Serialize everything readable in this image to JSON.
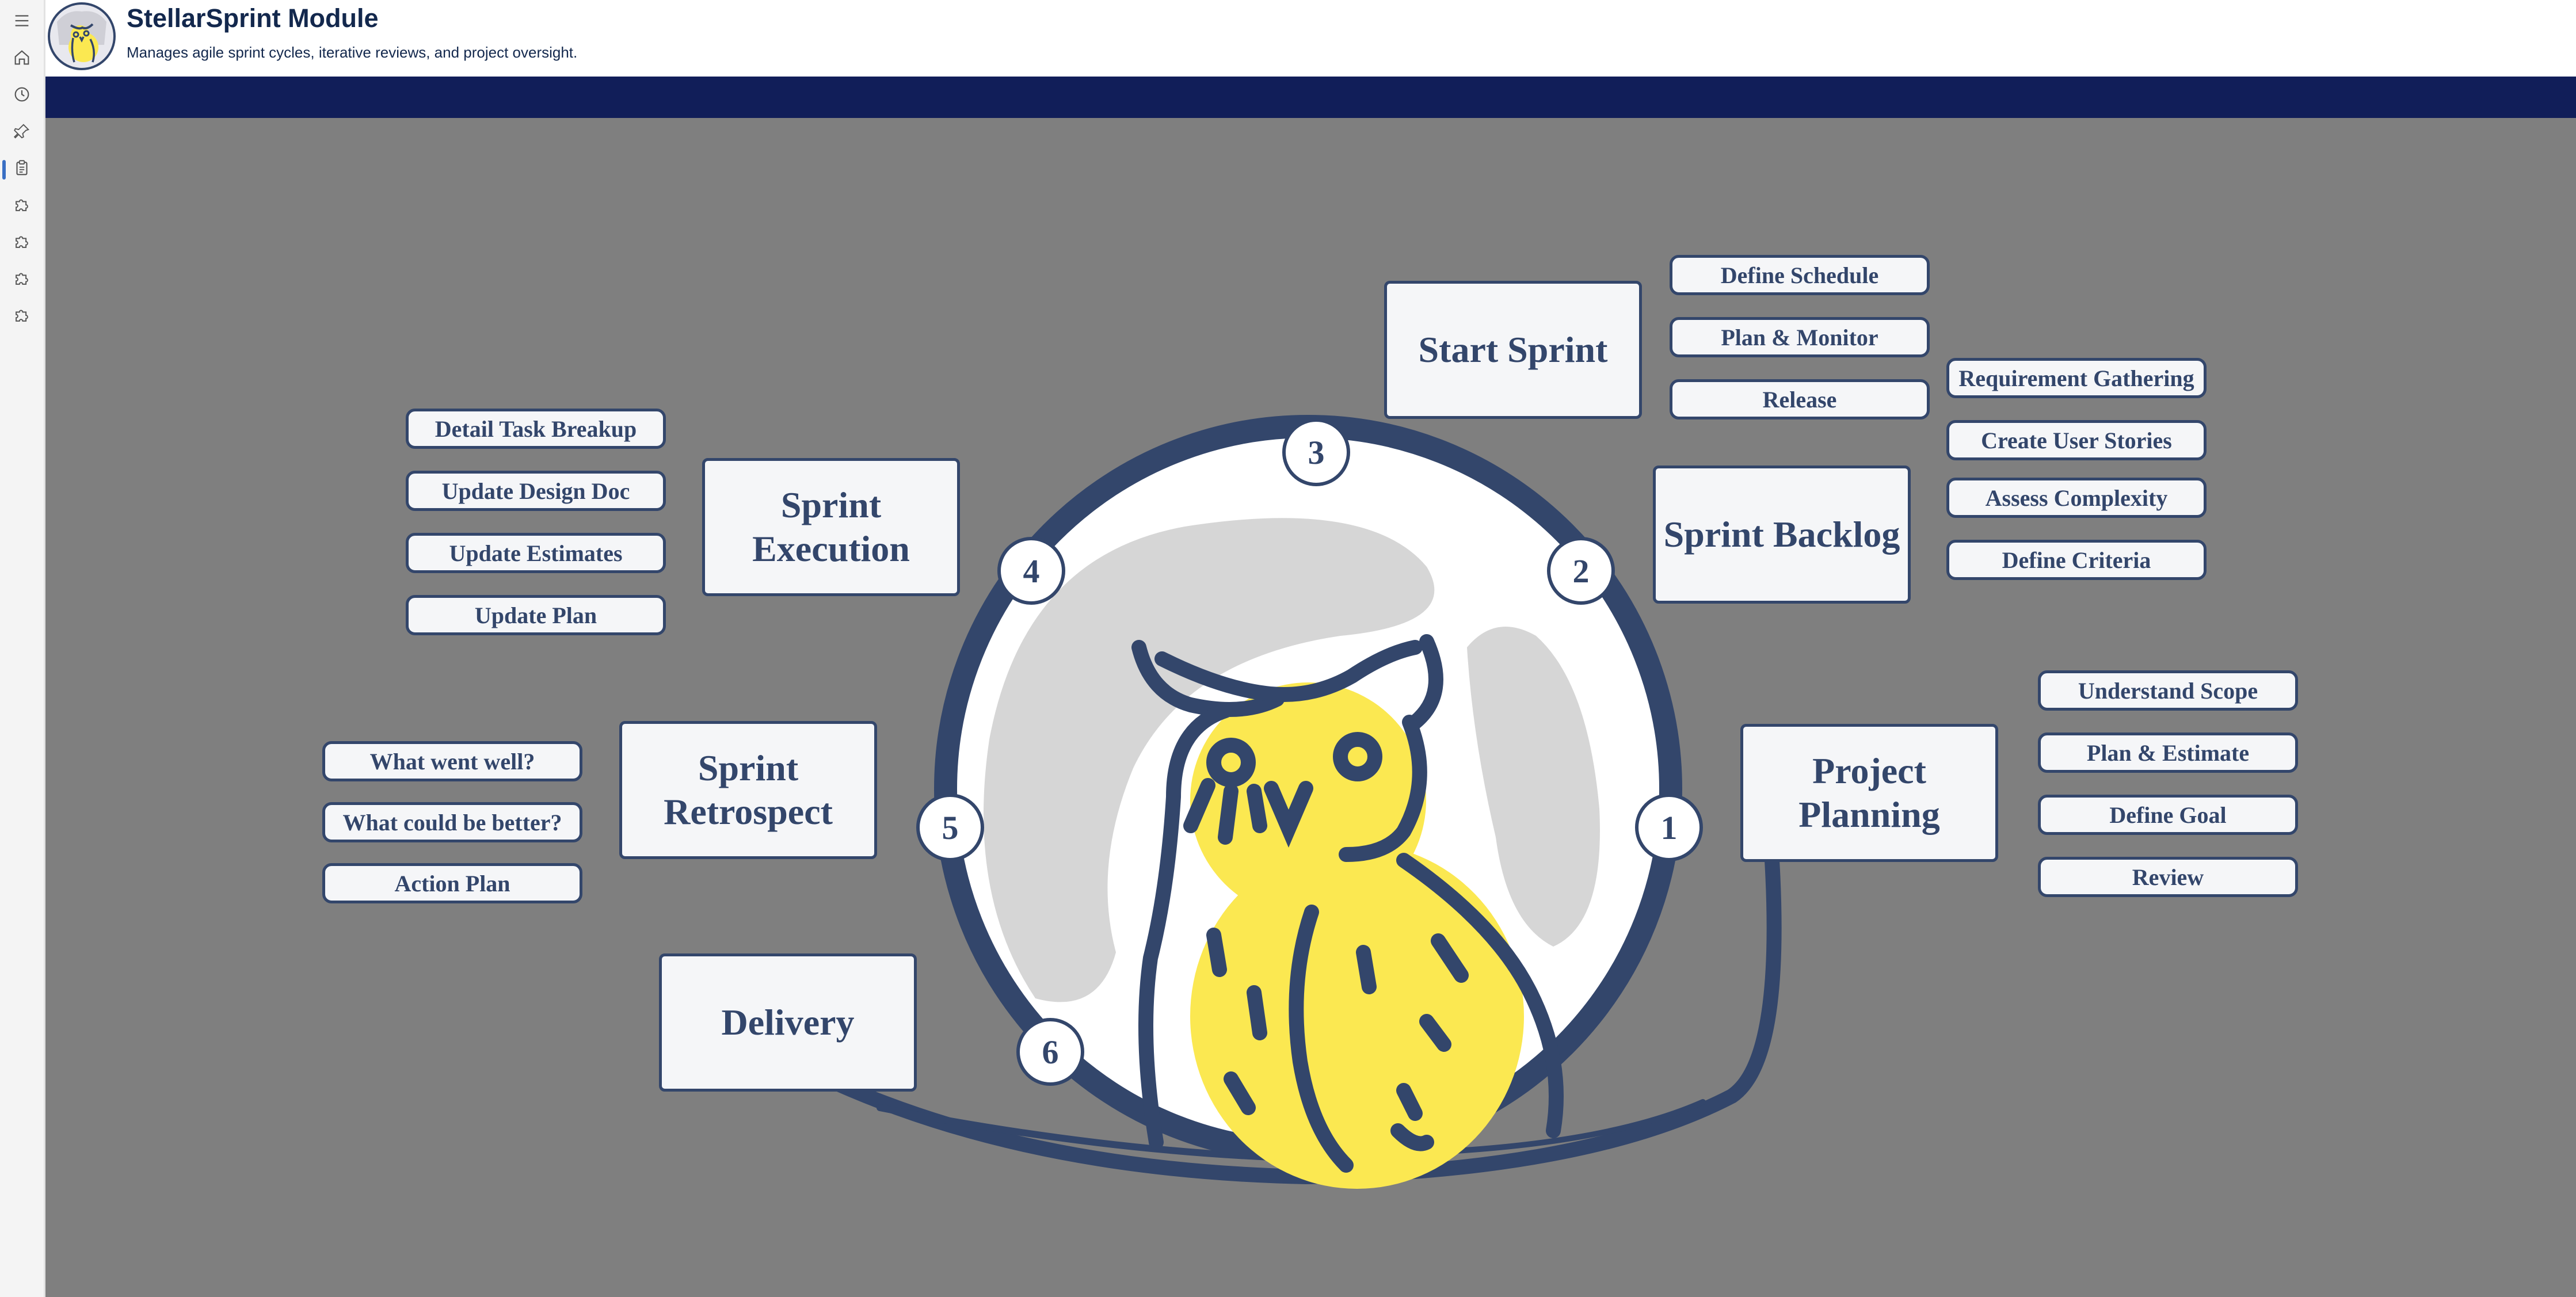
{
  "app": {
    "title": "StellarSprint Module",
    "subtitle": "Manages agile sprint cycles, iterative reviews, and project oversight."
  },
  "sidebar": {
    "items": [
      {
        "icon": "hamburger-menu-icon"
      },
      {
        "icon": "home-icon"
      },
      {
        "icon": "clock-icon"
      },
      {
        "icon": "pin-icon"
      },
      {
        "icon": "clipboard-icon",
        "active": true
      },
      {
        "icon": "puzzle-icon"
      },
      {
        "icon": "puzzle-icon"
      },
      {
        "icon": "puzzle-icon"
      },
      {
        "icon": "puzzle-icon"
      }
    ]
  },
  "colors": {
    "navy": "#111e59",
    "ink": "#33466b",
    "canvas": "#7f7f7f",
    "owl_yellow": "#fbe851",
    "card": "#f5f6f8"
  },
  "diagram": {
    "phases": [
      {
        "step": "1",
        "label": "Project Planning",
        "tasks": [
          "Understand Scope",
          "Plan & Estimate",
          "Define Goal",
          "Review"
        ]
      },
      {
        "step": "2",
        "label": "Sprint Backlog",
        "tasks": [
          "Requirement Gathering",
          "Create User Stories",
          "Assess Complexity",
          "Define Criteria"
        ]
      },
      {
        "step": "3",
        "label": "Start Sprint",
        "tasks": [
          "Define Schedule",
          "Plan & Monitor",
          "Release"
        ]
      },
      {
        "step": "4",
        "label": "Sprint Execution",
        "tasks": [
          "Detail Task Breakup",
          "Update Design Doc",
          "Update Estimates",
          "Update Plan"
        ]
      },
      {
        "step": "5",
        "label": "Sprint Retrospect",
        "tasks": [
          "What went well?",
          "What could be better?",
          "Action Plan"
        ]
      },
      {
        "step": "6",
        "label": "Delivery",
        "tasks": []
      }
    ]
  }
}
